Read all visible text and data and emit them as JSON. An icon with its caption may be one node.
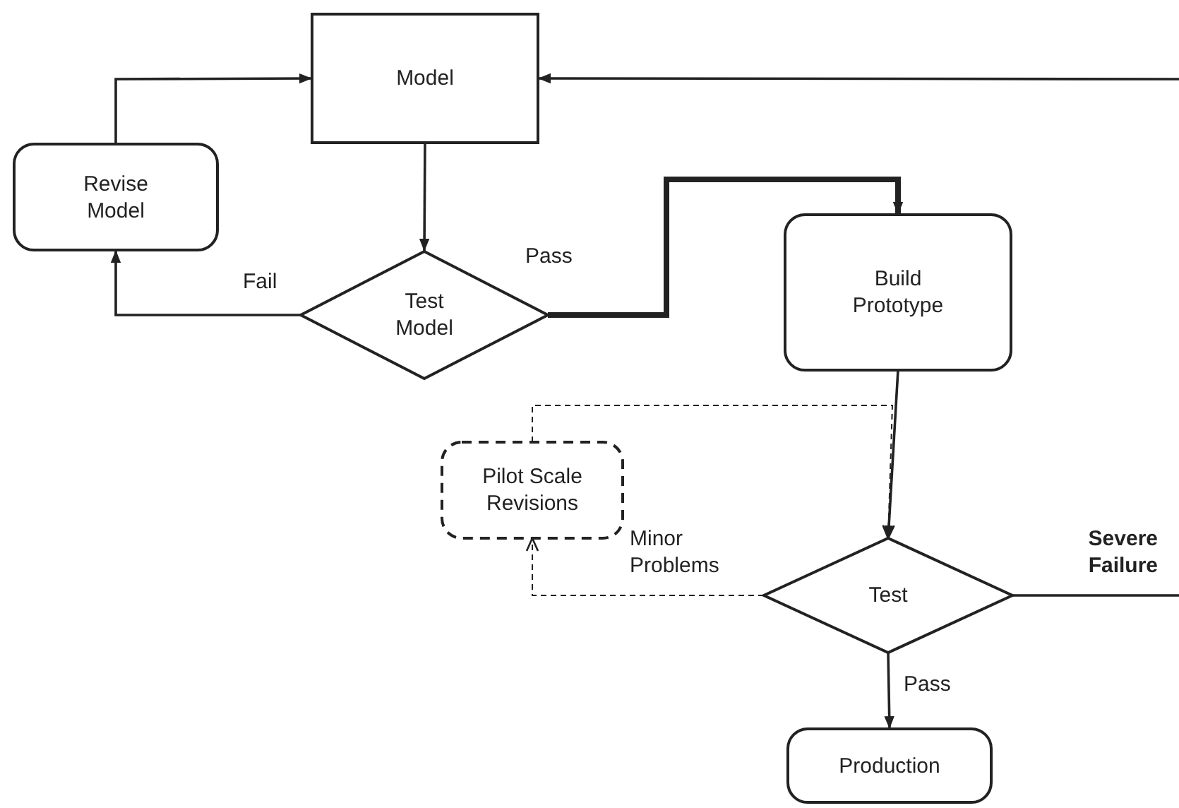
{
  "diagram": {
    "nodes": [
      {
        "text": [
          "Model"
        ]
      },
      {
        "text": [
          "Revise Model"
        ]
      },
      {
        "text": [
          "Test Model"
        ]
      },
      {
        "text": [
          "Build Prototype"
        ]
      },
      {
        "text": [
          "Pilot Scale Revisions"
        ]
      },
      {
        "text": [
          "Test"
        ]
      },
      {
        "text": [
          "Production"
        ]
      }
    ],
    "edges": [
      {
        "from": 0,
        "to": 2,
        "arrow": "to"
      },
      {
        "from": 2,
        "to": 1,
        "arrow": "to",
        "label": "Fail"
      },
      {
        "from": 1,
        "to": 0,
        "arrow": "to"
      },
      {
        "from": 2,
        "to": 3,
        "arrow": "to",
        "label": "Pass",
        "style": "thick"
      },
      {
        "from": 3,
        "to": 5,
        "arrow": "to"
      },
      {
        "from": 5,
        "to": 4,
        "arrow": "to",
        "label": "Minor Problems",
        "style": "dashed"
      },
      {
        "from": 4,
        "to": 5,
        "arrow": "to",
        "style": "dashed"
      },
      {
        "from": 5,
        "to": null,
        "arrow": "none",
        "label": "Severe Failure"
      },
      {
        "from": 5,
        "to": 6,
        "arrow": "to",
        "label": "Pass"
      },
      {
        "from": null,
        "to": 0,
        "arrow": "to"
      }
    ]
  }
}
